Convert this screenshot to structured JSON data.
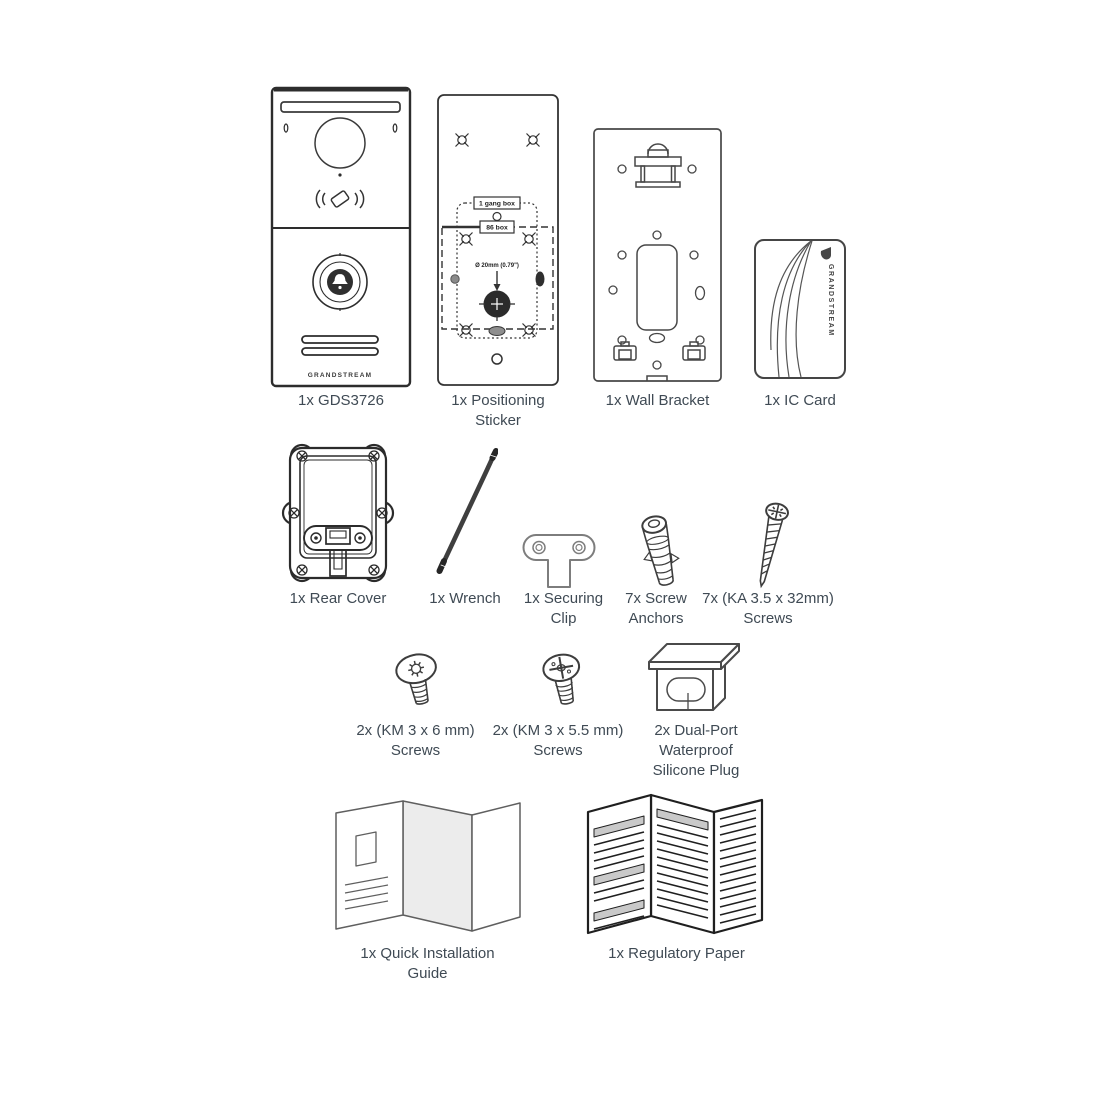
{
  "brand": "GRANDSTREAM",
  "sticker": {
    "gang_box_label": "1 gang box",
    "box86_label": "86 box",
    "hole_label": "Ø 20mm (0.79\")"
  },
  "items": {
    "gds3726": {
      "lines": [
        "1x GDS3726"
      ]
    },
    "positioning_sticker": {
      "lines": [
        "1x Positioning",
        "Sticker"
      ]
    },
    "wall_bracket": {
      "lines": [
        "1x Wall Bracket"
      ]
    },
    "ic_card": {
      "lines": [
        "1x IC Card"
      ]
    },
    "rear_cover": {
      "lines": [
        "1x Rear Cover"
      ]
    },
    "wrench": {
      "lines": [
        "1x Wrench"
      ]
    },
    "securing_clip": {
      "lines": [
        "1x Securing",
        "Clip"
      ]
    },
    "screw_anchors": {
      "lines": [
        "7x Screw",
        "Anchors"
      ]
    },
    "ka_screws": {
      "lines": [
        "7x (KA 3.5 x 32mm)",
        "Screws"
      ]
    },
    "km_3x6_screws": {
      "lines": [
        "2x (KM 3 x 6 mm)",
        "Screws"
      ]
    },
    "km_3x55_screws": {
      "lines": [
        "2x (KM 3 x 5.5 mm)",
        "Screws"
      ]
    },
    "silicone_plug": {
      "lines": [
        "2x Dual-Port",
        "Waterproof",
        "Silicone Plug"
      ]
    },
    "quick_install_guide": {
      "lines": [
        "1x Quick Installation",
        "Guide"
      ]
    },
    "regulatory_paper": {
      "lines": [
        "1x Regulatory Paper"
      ]
    }
  }
}
